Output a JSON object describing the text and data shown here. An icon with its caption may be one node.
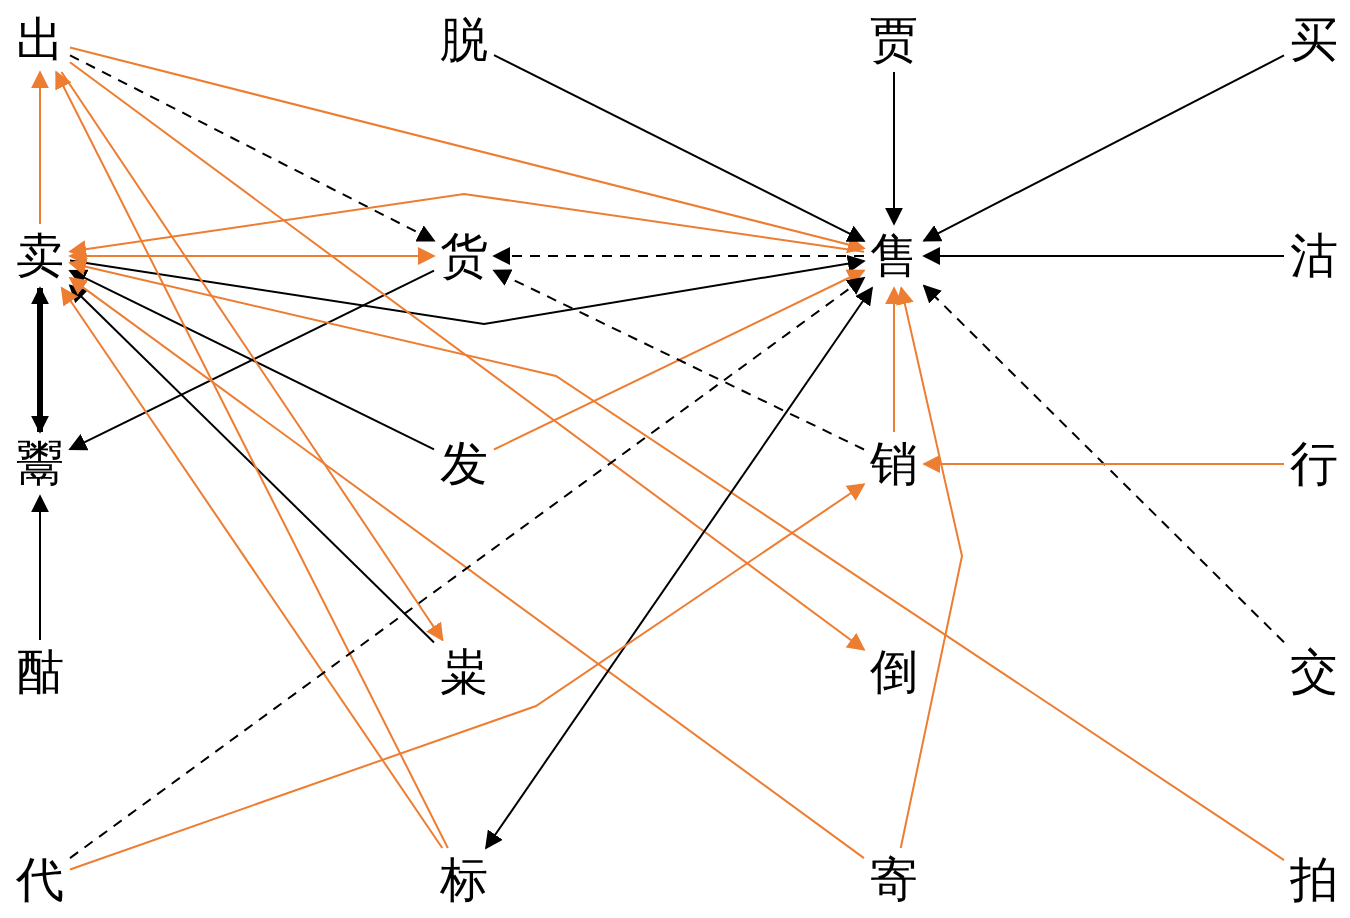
{
  "diagram": {
    "nodes": [
      {
        "text": [
          "出"
        ]
      },
      {
        "text": [
          "脱"
        ]
      },
      {
        "text": [
          "贾"
        ]
      },
      {
        "text": [
          "买"
        ]
      },
      {
        "text": [
          "卖"
        ]
      },
      {
        "text": [
          "货"
        ]
      },
      {
        "text": [
          "售"
        ]
      },
      {
        "text": [
          "沽"
        ]
      },
      {
        "text": [
          "鬻"
        ]
      },
      {
        "text": [
          "发"
        ]
      },
      {
        "text": [
          "销"
        ]
      },
      {
        "text": [
          "行"
        ]
      },
      {
        "text": [
          "酤"
        ]
      },
      {
        "text": [
          "粜"
        ]
      },
      {
        "text": [
          "倒"
        ]
      },
      {
        "text": [
          "交"
        ]
      },
      {
        "text": [
          "代"
        ]
      },
      {
        "text": [
          "标"
        ]
      },
      {
        "text": [
          "寄"
        ]
      },
      {
        "text": [
          "拍"
        ]
      }
    ],
    "edges": [
      {
        "from": 4,
        "to": 0,
        "arrow": "to",
        "color": "#ed7d31"
      },
      {
        "from": 0,
        "to": 5,
        "arrow": "to",
        "style": "dashed"
      },
      {
        "from": 0,
        "to": 6,
        "arrow": "to",
        "color": "#ed7d31"
      },
      {
        "from": 6,
        "to": 4,
        "arrow": "to",
        "color": "#ed7d31"
      },
      {
        "from": 4,
        "to": 5,
        "arrow": "both",
        "color": "#ed7d31"
      },
      {
        "from": 6,
        "to": 5,
        "arrow": "to",
        "style": "dashed"
      },
      {
        "from": 4,
        "to": 6,
        "arrow": "to"
      },
      {
        "from": 5,
        "to": 8,
        "arrow": "to"
      },
      {
        "from": 9,
        "to": 4,
        "arrow": "to"
      },
      {
        "from": 13,
        "to": 4,
        "arrow": "to"
      },
      {
        "from": 19,
        "to": 4,
        "arrow": "to",
        "color": "#ed7d31"
      },
      {
        "from": 17,
        "to": 4,
        "arrow": "to",
        "color": "#ed7d31"
      },
      {
        "from": 18,
        "to": 4,
        "arrow": "to",
        "color": "#ed7d31"
      },
      {
        "from": 8,
        "to": 4,
        "arrow": "both",
        "style": "thick"
      },
      {
        "from": 12,
        "to": 8,
        "arrow": "to"
      },
      {
        "from": 0,
        "to": 13,
        "arrow": "to",
        "color": "#ed7d31"
      },
      {
        "from": 0,
        "to": 14,
        "arrow": "to",
        "color": "#ed7d31"
      },
      {
        "from": 17,
        "to": 0,
        "arrow": "to",
        "color": "#ed7d31"
      },
      {
        "from": 9,
        "to": 6,
        "arrow": "to",
        "color": "#ed7d31"
      },
      {
        "from": 16,
        "to": 6,
        "arrow": "to",
        "style": "dashed"
      },
      {
        "from": 17,
        "to": 6,
        "arrow": "both"
      },
      {
        "from": 15,
        "to": 6,
        "arrow": "to",
        "style": "dashed"
      },
      {
        "from": 10,
        "to": 5,
        "arrow": "to",
        "style": "dashed"
      },
      {
        "from": 16,
        "to": 10,
        "arrow": "to",
        "color": "#ed7d31"
      },
      {
        "from": 11,
        "to": 10,
        "arrow": "to",
        "color": "#ed7d31"
      },
      {
        "from": 10,
        "to": 6,
        "arrow": "to",
        "color": "#ed7d31"
      },
      {
        "from": 18,
        "to": 6,
        "arrow": "to",
        "color": "#ed7d31"
      },
      {
        "from": 1,
        "to": 6,
        "arrow": "to"
      },
      {
        "from": 2,
        "to": 6,
        "arrow": "to"
      },
      {
        "from": 3,
        "to": 6,
        "arrow": "to"
      },
      {
        "from": 7,
        "to": 6,
        "arrow": "to"
      }
    ]
  }
}
